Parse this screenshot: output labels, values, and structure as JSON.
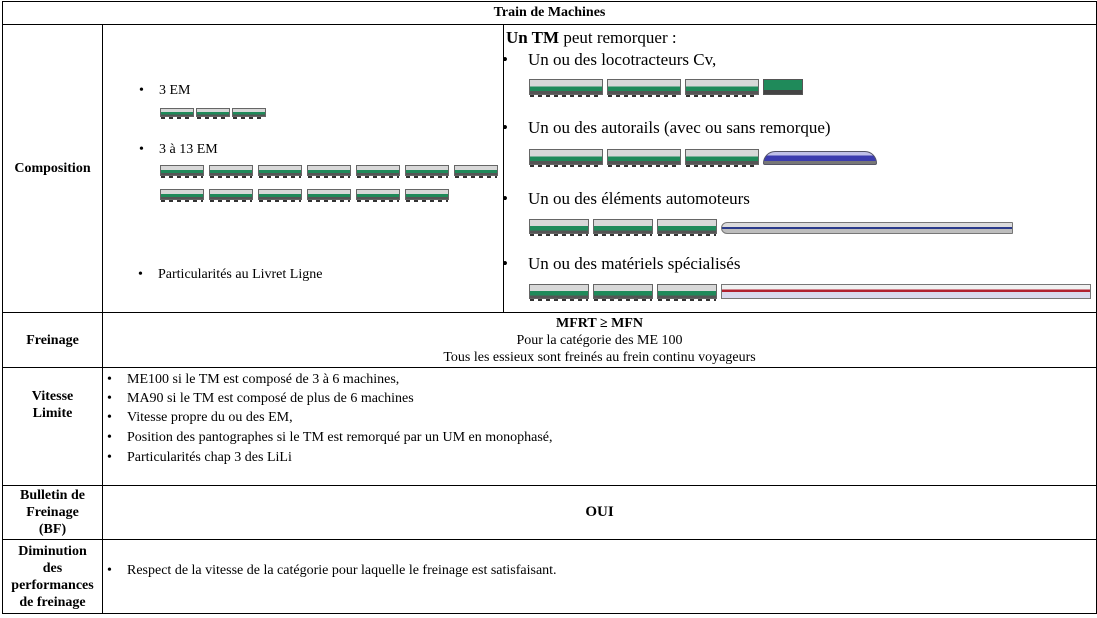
{
  "title": "Train de Machines",
  "composition": {
    "label": "Composition",
    "left_items": [
      "3 EM",
      "3 à 13 EM",
      "Particularités au Livret Ligne"
    ],
    "right_intro_bold": "Un TM",
    "right_intro_rest": " peut remorquer :",
    "right_items": [
      "Un ou des locotracteurs Cv,",
      "Un ou des autorails (avec ou sans remorque)",
      "Un ou des éléments automoteurs",
      "Un ou des matériels spécialisés"
    ]
  },
  "freinage": {
    "label": "Freinage",
    "line1": "MFRT ≥ MFN",
    "line2": "Pour la catégorie des ME 100",
    "line3": "Tous les essieux sont freinés au frein continu voyageurs"
  },
  "vitesse": {
    "label_l1": "Vitesse",
    "label_l2": "Limite",
    "items": [
      "ME100 si le TM est composé de 3 à 6 machines,",
      "MA90 si le TM est composé de plus de 6 machines",
      "Vitesse propre du ou des EM,",
      "Position des pantographes si le TM est remorqué par un UM en monophasé,",
      "Particularités chap 3 des LiLi"
    ]
  },
  "bulletin": {
    "label_l1": "Bulletin de",
    "label_l2": "Freinage",
    "label_l3": "(BF)",
    "value": "OUI"
  },
  "diminution": {
    "label_l1": "Diminution",
    "label_l2": "des",
    "label_l3": "performances",
    "label_l4": "de freinage",
    "item": "Respect de la vitesse de la catégorie pour laquelle le freinage est satisfaisant."
  },
  "colors": {
    "loco_green": "#1f8a5a",
    "autorail_blue": "#3c3cae",
    "special_red": "#b02030"
  }
}
